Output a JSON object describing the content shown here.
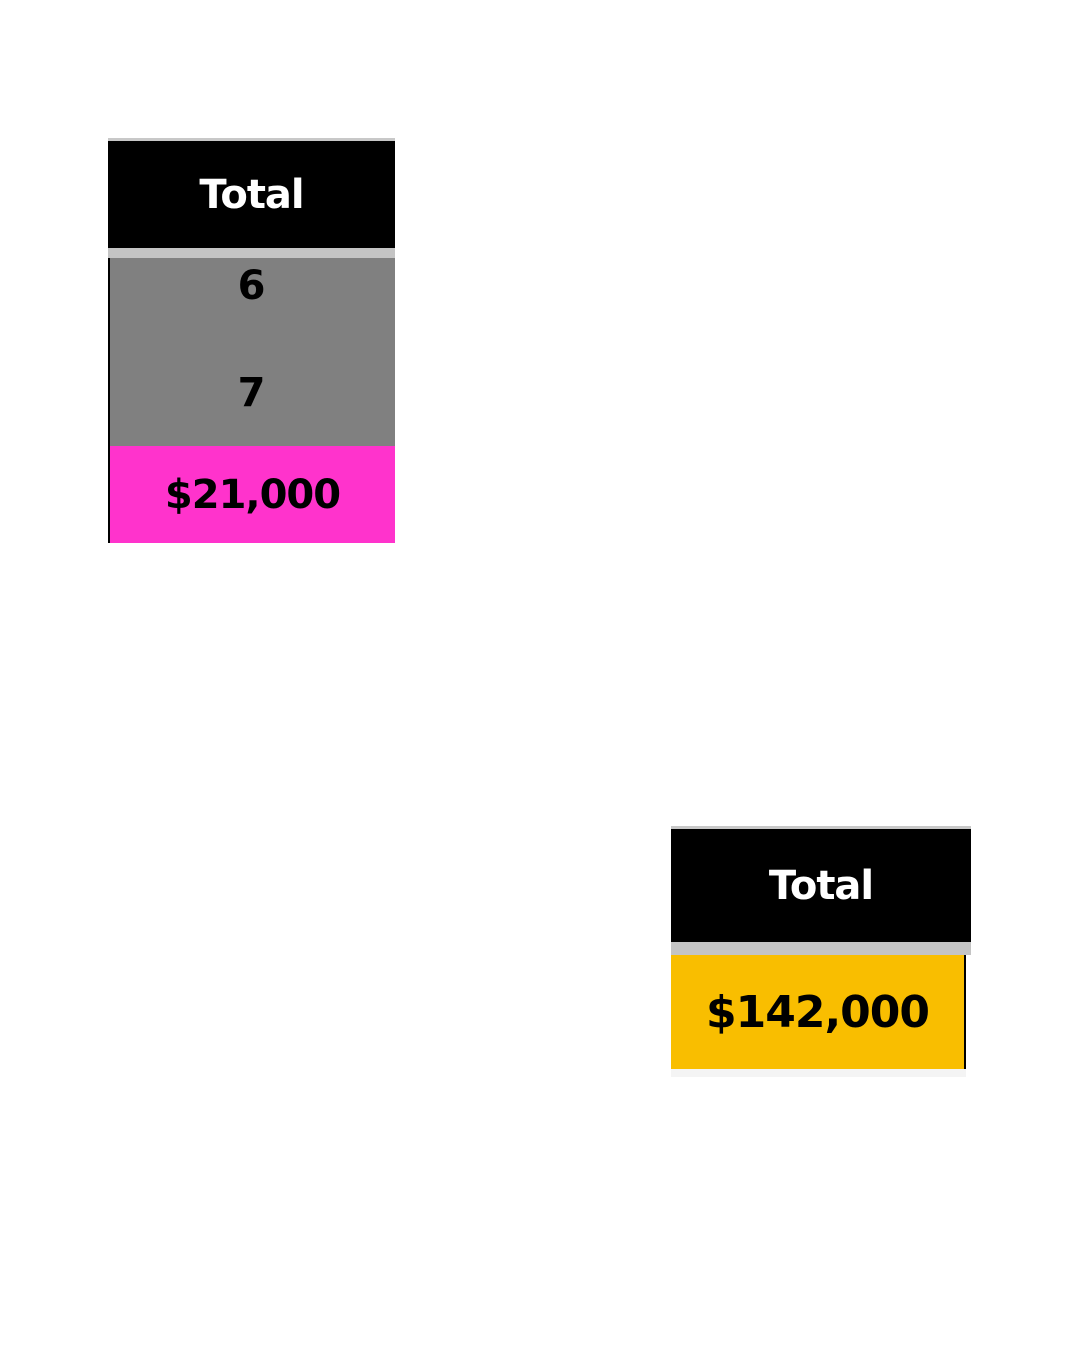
{
  "table_left": {
    "header": "Total",
    "rows": [
      "6",
      "7"
    ],
    "total": "$21,000",
    "total_color": "#ff33cc",
    "row_color": "#808080"
  },
  "table_right": {
    "header": "Total",
    "total": "$142,000",
    "total_color": "#f9be00"
  }
}
